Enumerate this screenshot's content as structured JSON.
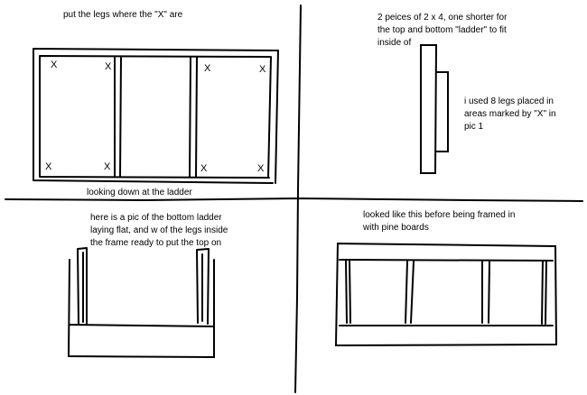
{
  "labels": {
    "top_left": "put the legs where the \"X\" are",
    "top_left_caption": "looking down at the ladder",
    "top_right": [
      "2 peices of 2 x 4, one shorter for",
      "the top and bottom \"ladder\" to fit",
      "inside of"
    ],
    "top_right_side": [
      "i used 8 legs placed in",
      "areas marked by \"X\" in",
      "pic 1"
    ],
    "bottom_left": [
      "here is a pic of the bottom ladder",
      "laying flat, and w of the legs inside",
      "the frame ready to put the top on"
    ],
    "bottom_right": [
      "looked like this before being framed in",
      "with pine boards"
    ]
  },
  "leg_marker": "X",
  "colors": {
    "ink": "#000000",
    "paper": "#ffffff"
  }
}
